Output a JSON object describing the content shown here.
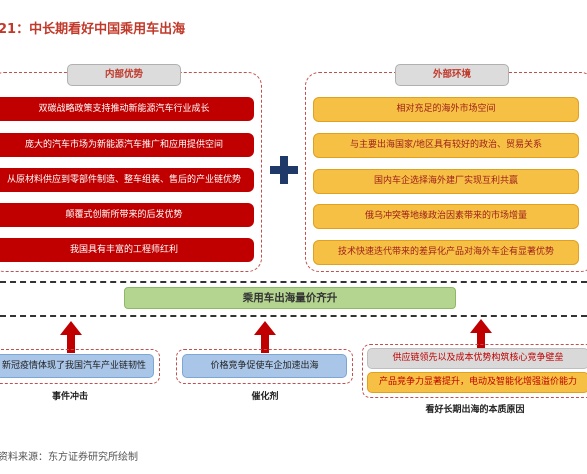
{
  "title": "21：中长期看好中国乘用车出海",
  "left_section": {
    "label": "内部优势",
    "items": [
      "双碳战略政策支持推动新能源汽车行业成长",
      "庞大的汽车市场为新能源汽车推广和应用提供空间",
      "从原材料供应到零部件制造、整车组装、售后的产业链优势",
      "颠覆式创新所带来的后发优势",
      "我国具有丰富的工程师红利"
    ]
  },
  "right_section": {
    "label": "外部环境",
    "items": [
      "相对充足的海外市场空间",
      "与主要出海国家/地区具有较好的政治、贸易关系",
      "国内车企选择海外建厂实现互利共赢",
      "俄乌冲突等地缘政治因素带来的市场增量",
      "技术快速迭代带来的差异化产品对海外车企有显著优势"
    ]
  },
  "center": {
    "result": "乘用车出海量价齐升"
  },
  "bottom": {
    "left": {
      "box": "新冠疫情体现了我国汽车产业链韧性",
      "caption": "事件冲击"
    },
    "middle": {
      "box": "价格竞争促使车企加速出海",
      "caption": "催化剂"
    },
    "right": {
      "boxes": [
        "供应链领先以及成本优势构筑核心竞争壁垒",
        "产品竞争力显著提升，电动及智能化增强溢价能力"
      ],
      "caption": "看好长期出海的本质原因"
    }
  },
  "source": "资料来源：东方证券研究所绘制",
  "colors": {
    "red": "#c00000",
    "yellow": "#f5c044",
    "green": "#b4d58f",
    "blue": "#a9c6e8",
    "navy": "#1f3a68",
    "dash": "#c0504d"
  },
  "icons": [
    "plus-icon",
    "up-arrow-icon"
  ]
}
